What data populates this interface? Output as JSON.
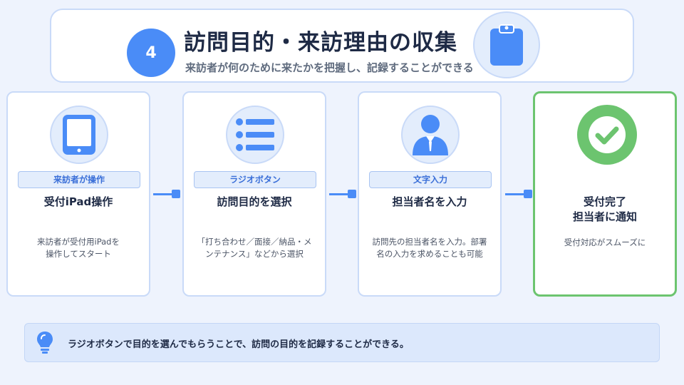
{
  "header": {
    "step_number": "4",
    "title": "訪問目的・来訪理由の収集",
    "subtitle": "来訪者が何のために来たかを把握し、記録することができる"
  },
  "steps": [
    {
      "icon": "tablet-icon",
      "tag": "来訪者が操作",
      "title": "受付iPad操作",
      "description": "来訪者が受付用iPadを\n操作してスタート"
    },
    {
      "icon": "list-icon",
      "tag": "ラジオボタン",
      "title": "訪問目的を選択",
      "description": "「打ち合わせ／面接／納品・メ\nンテナンス」などから選択"
    },
    {
      "icon": "person-icon",
      "tag": "文字入力",
      "title": "担当者名を入力",
      "description": "訪問先の担当者名を入力。部署\n名の入力を求めることも可能"
    },
    {
      "icon": "check-icon",
      "title_line1": "受付完了",
      "title_line2": "担当者に通知",
      "description": "受付対応がスムーズに"
    }
  ],
  "tip": {
    "icon": "lightbulb-icon",
    "text": "ラジオボタンで目的を選んでもらうことで、訪問の目的を記録することができる。"
  },
  "colors": {
    "accent": "#4a8cf7",
    "success": "#6cc46f",
    "background": "#eef3fd"
  }
}
